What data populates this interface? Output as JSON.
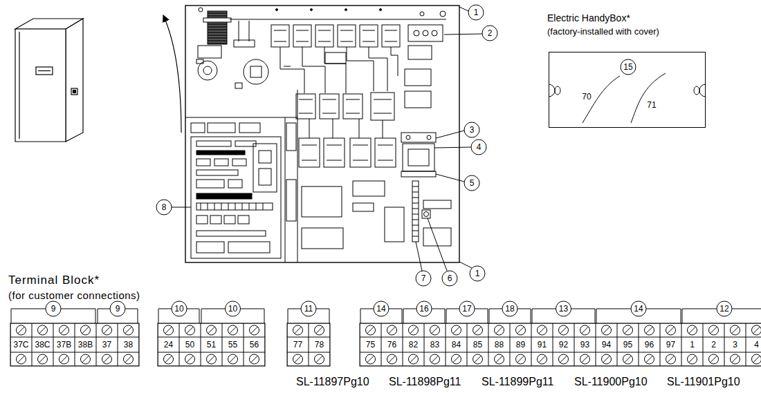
{
  "diagram": {
    "nodes": [
      {
        "text": [
          "Electric HandyBox*",
          "(factory-installed with cover)"
        ]
      }
    ],
    "labels": [
      "Terminal Block*",
      "(for customer connections)",
      "1",
      "2",
      "3",
      "4",
      "5",
      "8",
      "7",
      "6",
      "1",
      "15",
      "70",
      "71",
      "9",
      "9",
      "10",
      "10",
      "11",
      "14",
      "16",
      "17",
      "18",
      "13",
      "14",
      "12",
      "37C",
      "38C",
      "37B",
      "38B",
      "37",
      "38",
      "24",
      "50",
      "51",
      "55",
      "56",
      "77",
      "78",
      "75",
      "76",
      "82",
      "83",
      "84",
      "85",
      "88",
      "89",
      "91",
      "92",
      "93",
      "94",
      "95",
      "96",
      "97",
      "1",
      "2",
      "3",
      "4",
      "SL-11897Pg10",
      "SL-11898Pg11",
      "SL-11899Pg11",
      "SL-11900Pg10",
      "SL-11901Pg10"
    ]
  }
}
